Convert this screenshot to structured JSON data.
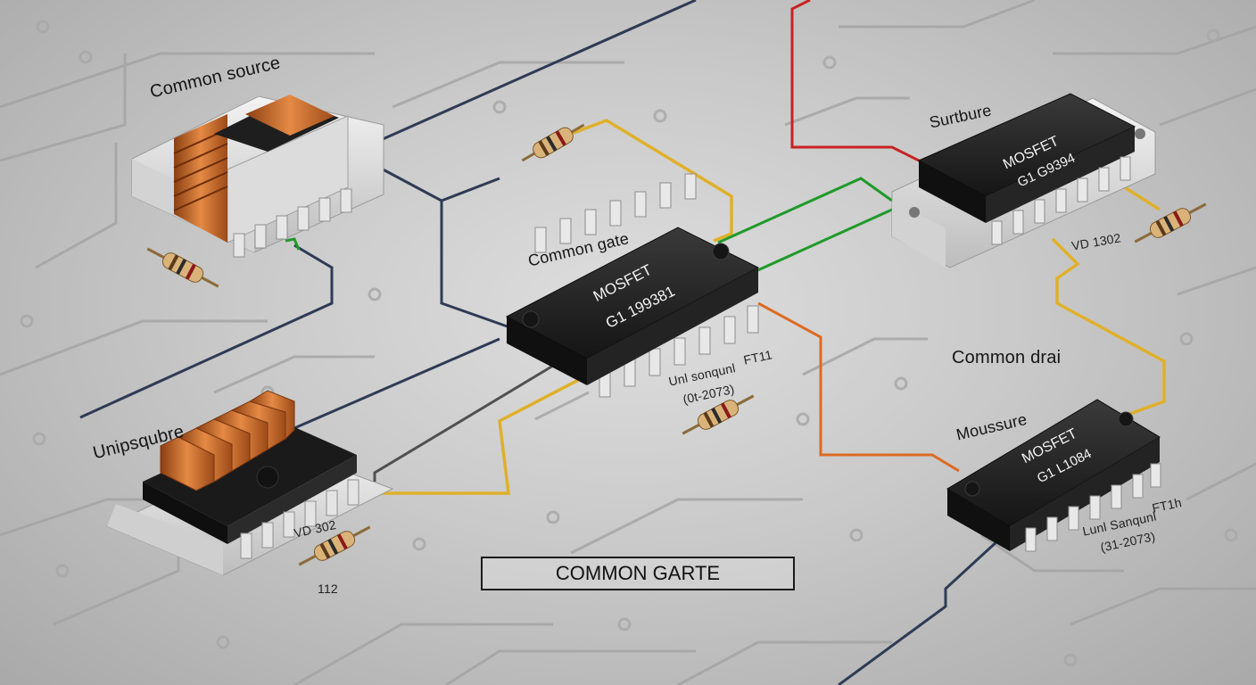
{
  "labels": {
    "common_source": "Common source",
    "common_gate": "Common gate",
    "surtbure": "Surtbure",
    "common_drain": "Common drai",
    "mousssure": "Moussure",
    "unipsqubre": "Unipsqubre"
  },
  "chips": {
    "center": {
      "name": "MOSFET",
      "part": "G1 199381"
    },
    "top_right": {
      "name": "MOSFET",
      "part": "G1 G9394"
    },
    "bottom_right": {
      "name": "MOSFET",
      "part": "G1 L1084"
    }
  },
  "annotations": {
    "center_a": "FT11",
    "center_b": "Unl sonqunl",
    "center_c": "(0t-2073)",
    "top_right_code": "VD 1302",
    "bottom_right_a": "FT1h",
    "bottom_right_b": "Lunl Sanqunl",
    "bottom_right_c": "(31-2073)",
    "bottom_left_code": "VD 302",
    "bottom_left_num": "112"
  },
  "caption": "COMMON GARTE",
  "colors": {
    "background": "#c8c8c8",
    "trace": "#9e9e9e",
    "chip_body": "#1c1c1c",
    "copper": "#c8702e",
    "wire_yellow": "#e2b22a",
    "wire_green": "#1f9a2a",
    "wire_red": "#c42424",
    "wire_orange": "#dd6a22",
    "wire_navy": "#2d3a52"
  }
}
